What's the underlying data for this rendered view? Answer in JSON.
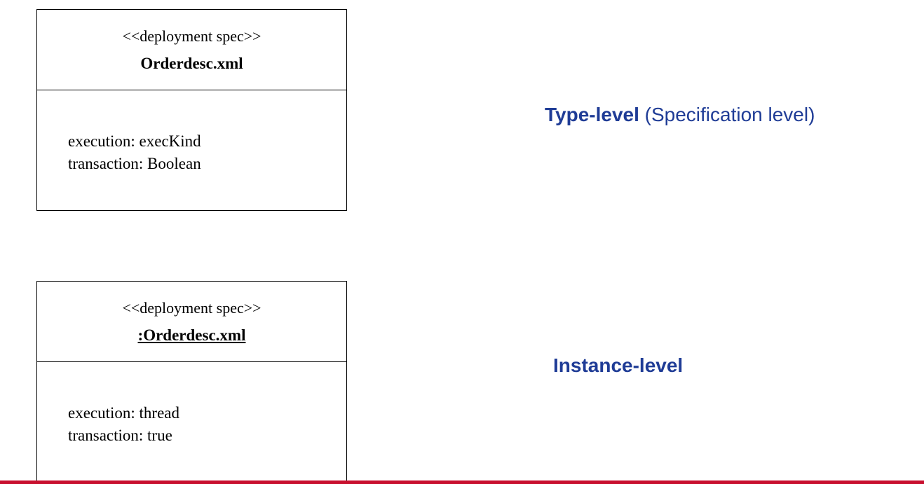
{
  "type_spec": {
    "stereotype": "<<deployment spec>>",
    "name": "Orderdesc.xml",
    "attributes": [
      "execution: execKind",
      "transaction: Boolean"
    ]
  },
  "instance_spec": {
    "stereotype": "<<deployment spec>>",
    "name": ":Orderdesc.xml",
    "attributes": [
      "execution: thread",
      "transaction: true"
    ]
  },
  "labels": {
    "type_level_bold": "Type-level",
    "type_level_rest": " (Specification level)",
    "instance_level": "Instance-level"
  },
  "colors": {
    "label_text": "#1f3c96",
    "bottom_rule": "#c8102e"
  }
}
